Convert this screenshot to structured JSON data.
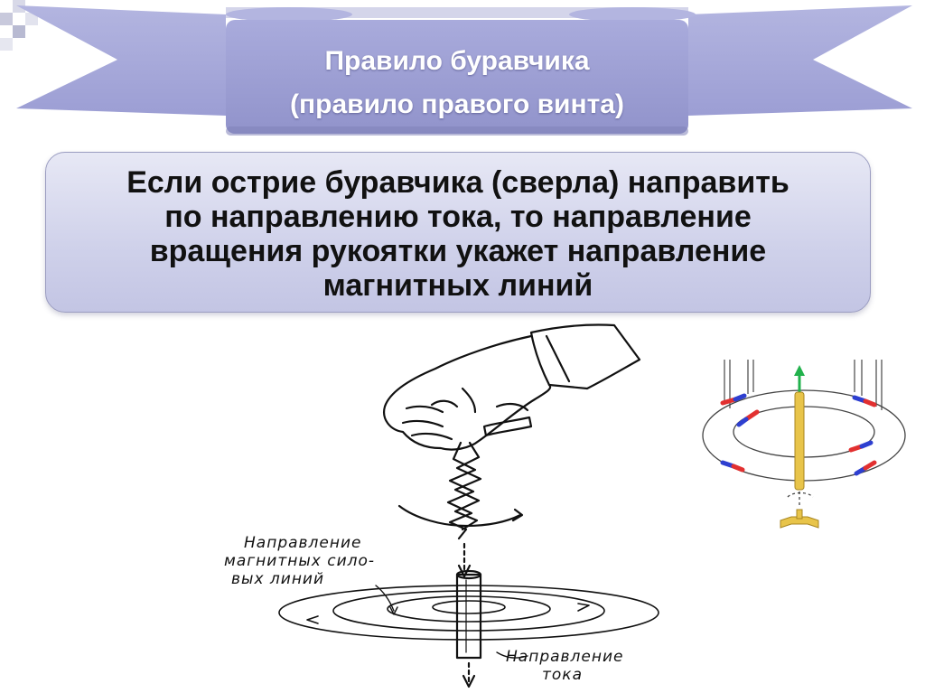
{
  "slide": {
    "title_lines": [
      "Правило буравчика",
      "(правило правого винта)"
    ]
  },
  "rule": {
    "lines": [
      "Если острие буравчика (сверла) направить",
      "по направлению тока, то направление",
      "вращения рукоятки укажет направление",
      "магнитных линий"
    ]
  },
  "illustration": {
    "label_field_lines": [
      "Направление",
      "магнитных сило-",
      "вых линий"
    ],
    "label_current_lines": [
      "Направление",
      "тока"
    ]
  },
  "colors": {
    "banner": "#a6a8d8",
    "banner_dark": "#8e90c8",
    "box_fill": "#cfd1ea",
    "box_border": "#9a9cc0",
    "rod_yellow": "#e8c44a",
    "arrow_green": "#22b24c",
    "pole_red": "#e23030",
    "pole_blue": "#2e3fd0"
  }
}
